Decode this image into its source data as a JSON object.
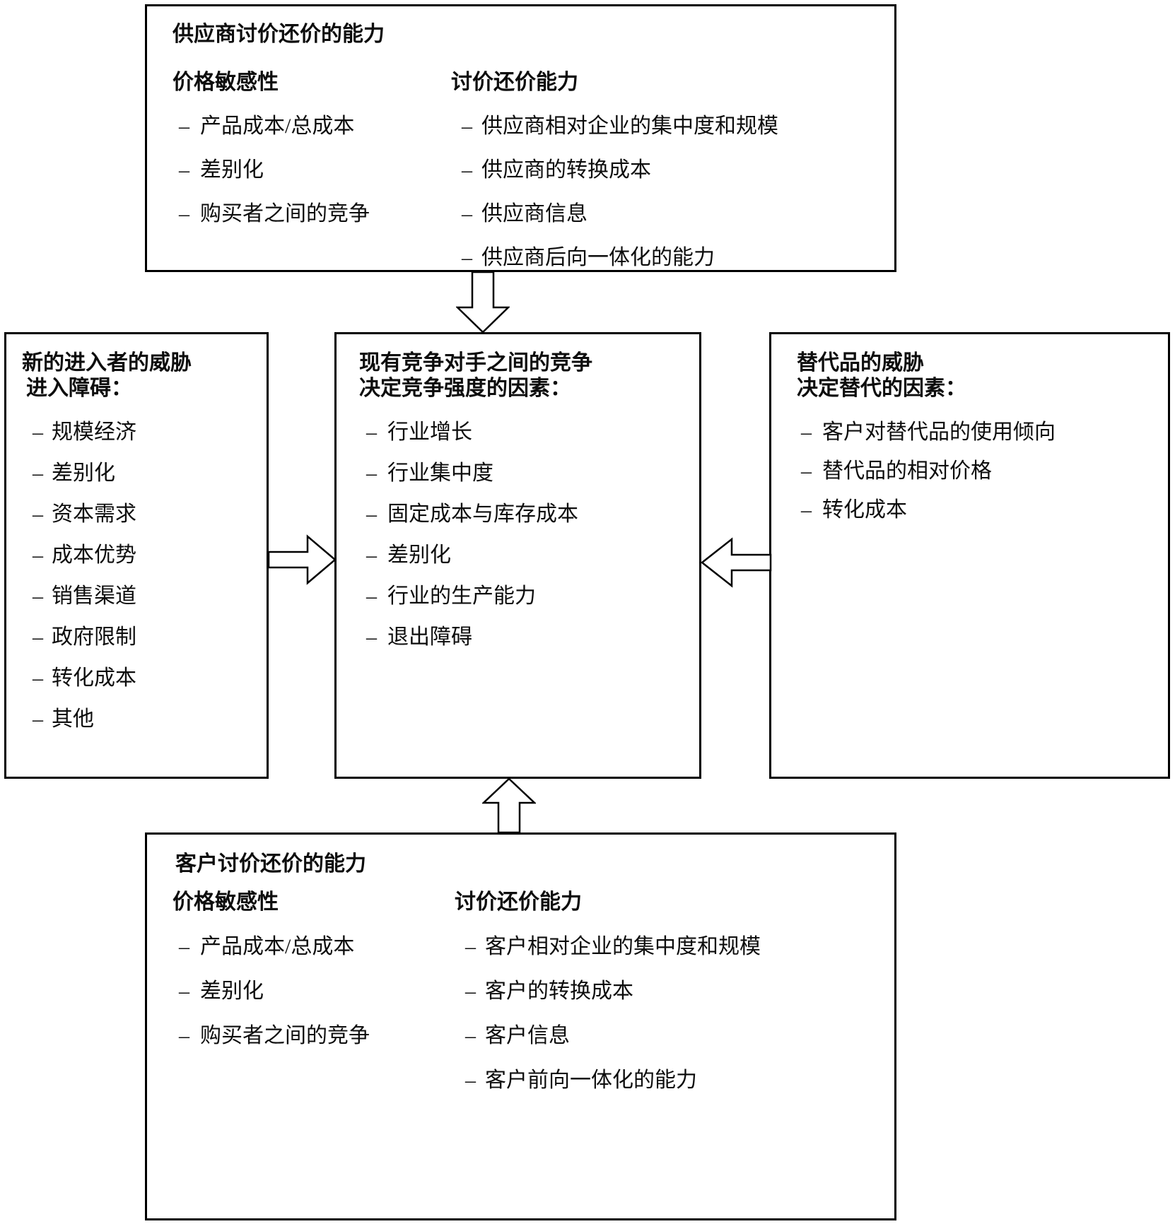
{
  "bullet": "–",
  "colors": {
    "border": "#000000",
    "background": "#ffffff",
    "text": "#0d0d0d"
  },
  "boxes": {
    "supplier": {
      "title": "供应商讨价还价的能力",
      "col1": {
        "heading": "价格敏感性",
        "items": [
          "产品成本/总成本",
          "差别化",
          "购买者之间的竞争"
        ]
      },
      "col2": {
        "heading": "讨价还价能力",
        "items": [
          "供应商相对企业的集中度和规模",
          "供应商的转换成本",
          "供应商信息",
          "供应商后向一体化的能力"
        ]
      }
    },
    "entrants": {
      "title": "新的进入者的威胁",
      "subtitle": "进入障碍：",
      "items": [
        "规模经济",
        "差别化",
        "资本需求",
        "成本优势",
        "销售渠道",
        "政府限制",
        "转化成本",
        "其他"
      ]
    },
    "rivalry": {
      "title": "现有竞争对手之间的竞争",
      "subtitle": "决定竞争强度的因素：",
      "items": [
        "行业增长",
        "行业集中度",
        "固定成本与库存成本",
        "差别化",
        "行业的生产能力",
        "退出障碍"
      ]
    },
    "substitutes": {
      "title": "替代品的威胁",
      "subtitle": "决定替代的因素：",
      "items": [
        "客户对替代品的使用倾向",
        "替代品的相对价格",
        "转化成本"
      ]
    },
    "buyer": {
      "title": "客户讨价还价的能力",
      "col1": {
        "heading": "价格敏感性",
        "items": [
          "产品成本/总成本",
          "差别化",
          "购买者之间的竞争"
        ]
      },
      "col2": {
        "heading": "讨价还价能力",
        "items": [
          "客户相对企业的集中度和规模",
          "客户的转换成本",
          "客户信息",
          "客户前向一体化的能力"
        ]
      }
    }
  }
}
